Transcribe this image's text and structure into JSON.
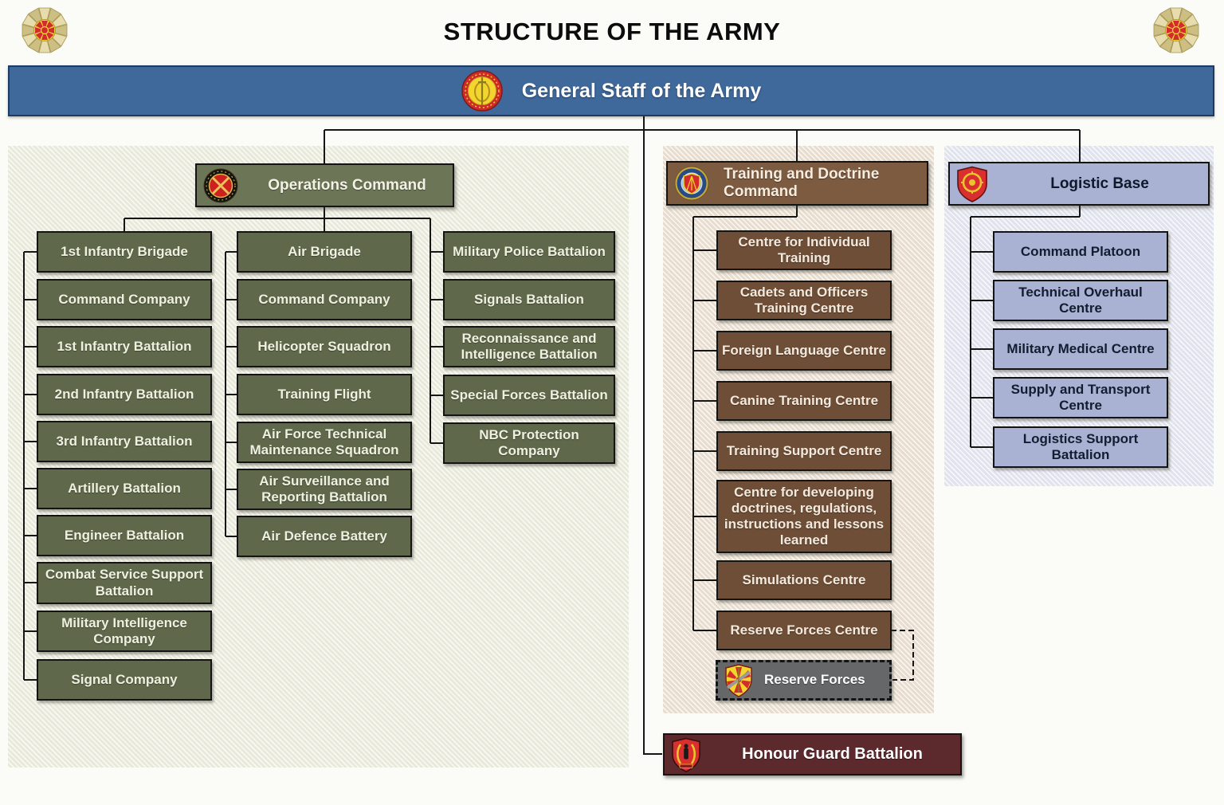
{
  "title": "STRUCTURE OF THE ARMY",
  "general_staff": {
    "label": "General Staff of the Army"
  },
  "sections": {
    "operations": {
      "header": "Operations Command",
      "columns": [
        [
          "1st Infantry Brigade",
          "Command Company",
          "1st Infantry Battalion",
          "2nd Infantry Battalion",
          "3rd Infantry Battalion",
          "Artillery Battalion",
          "Engineer Battalion",
          "Combat Service Support Battalion",
          "Military Intelligence Company",
          "Signal Company"
        ],
        [
          "Air Brigade",
          "Command Company",
          "Helicopter Squadron",
          "Training Flight",
          "Air Force Technical Maintenance Squadron",
          "Air Surveillance and Reporting Battalion",
          "Air Defence Battery"
        ],
        [
          "Military Police Battalion",
          "Signals Battalion",
          "Reconnaissance and Intelligence Battalion",
          "Special Forces Battalion",
          "NBC Protection Company"
        ]
      ]
    },
    "training": {
      "header": "Training and Doctrine Command",
      "items": [
        "Centre for Individual Training",
        "Cadets and Officers Training Centre",
        "Foreign Language Centre",
        "Canine Training Centre",
        "Training Support Centre",
        "Centre for developing doctrines, regulations, instructions and lessons learned",
        "Simulations Centre",
        "Reserve Forces Centre"
      ],
      "reserve": "Reserve Forces"
    },
    "logistics": {
      "header": "Logistic Base",
      "items": [
        "Command Platoon",
        "Technical Overhaul Centre",
        "Military Medical Centre",
        "Supply and Transport Centre",
        "Logistics Support Battalion"
      ]
    },
    "honour_guard": {
      "label": "Honour Guard Battalion"
    }
  },
  "colors": {
    "banner_blue": "#3f689b",
    "olive": "#5f684b",
    "brown": "#6e4e37",
    "lavender": "#a9b2d3",
    "maroon": "#5c292d",
    "reserve_gray": "#656768",
    "connector": "#161616"
  }
}
